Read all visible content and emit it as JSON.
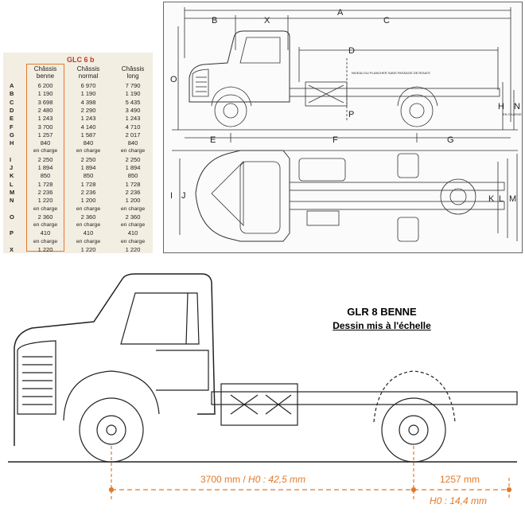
{
  "table": {
    "title": "GLC 6 b",
    "headers": [
      "Châssis\nbenne",
      "Châssis\nnormal",
      "Châssis\nlong"
    ],
    "rows": [
      {
        "label": "A",
        "values": [
          "6 200",
          "6 970",
          "7 790"
        ]
      },
      {
        "label": "B",
        "values": [
          "1 190",
          "1 190",
          "1 190"
        ]
      },
      {
        "label": "C",
        "values": [
          "3 698",
          "4 398",
          "5 435"
        ]
      },
      {
        "label": "D",
        "values": [
          "2 480",
          "2 290",
          "3 490"
        ]
      },
      {
        "label": "E",
        "values": [
          "1 243",
          "1 243",
          "1 243"
        ]
      },
      {
        "label": "F",
        "values": [
          "3 700",
          "4 140",
          "4 710"
        ]
      },
      {
        "label": "G",
        "values": [
          "1 257",
          "1 587",
          "2 017"
        ]
      },
      {
        "label": "H",
        "values": [
          "840",
          "840",
          "840"
        ]
      },
      {
        "label": "",
        "values": [
          "en charge",
          "en charge",
          "en charge"
        ]
      },
      {
        "label": "I",
        "values": [
          "2 250",
          "2 250",
          "2 250"
        ]
      },
      {
        "label": "J",
        "values": [
          "1 894",
          "1 894",
          "1 894"
        ]
      },
      {
        "label": "K",
        "values": [
          "850",
          "850",
          "850"
        ]
      },
      {
        "label": "L",
        "values": [
          "1 728",
          "1 728",
          "1 728"
        ]
      },
      {
        "label": "M",
        "values": [
          "2 236",
          "2 236",
          "2 236"
        ]
      },
      {
        "label": "N",
        "values": [
          "1 220",
          "1 200",
          "1 200"
        ]
      },
      {
        "label": "",
        "values": [
          "en charge",
          "en charge",
          "en charge"
        ]
      },
      {
        "label": "O",
        "values": [
          "2 360",
          "2 360",
          "2 360"
        ]
      },
      {
        "label": "",
        "values": [
          "en charge",
          "en charge",
          "en charge"
        ]
      },
      {
        "label": "P",
        "values": [
          "410",
          "410",
          "410"
        ]
      },
      {
        "label": "",
        "values": [
          "en charge",
          "en charge",
          "en charge"
        ]
      },
      {
        "label": "X",
        "values": [
          "1 220",
          "1 220",
          "1 220"
        ]
      }
    ]
  },
  "drawing_labels": {
    "top": [
      "A",
      "B",
      "X",
      "C",
      "D"
    ],
    "side_left": "O",
    "side_right": [
      "H",
      "N"
    ],
    "p": "P",
    "bottom": [
      "E",
      "F",
      "G"
    ],
    "plan_left": [
      "I",
      "J"
    ],
    "plan_right": [
      "K",
      "L",
      "M"
    ],
    "note": "NIVEAU DU PLANCHER SANS PASSAGE DE ROUES",
    "charge_note": "EN CHARGE"
  },
  "scale_drawing": {
    "title": "GLR 8 BENNE",
    "subtitle": "Dessin mis à l'échelle",
    "dim1_value": "3700 mm",
    "dim1_sep": " / ",
    "dim1_h0": "H0 : 42,5 mm",
    "dim2_value": "1257 mm",
    "dim2_h0": "H0 : 14,4 mm"
  },
  "colors": {
    "accent": "#e3792a",
    "table_title": "#c0392b",
    "table_bg": "#f3eee2"
  }
}
